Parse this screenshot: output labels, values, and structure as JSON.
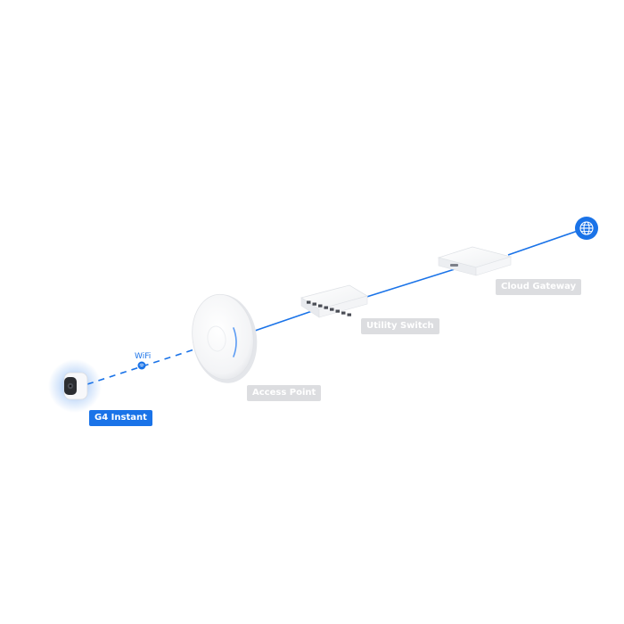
{
  "diagram": {
    "link_wireless_label": "WiFi",
    "devices": {
      "camera": {
        "label": "G4 Instant",
        "state": "active"
      },
      "access_point": {
        "label": "Access Point",
        "state": "muted"
      },
      "switch": {
        "label": "Utility Switch",
        "state": "muted"
      },
      "gateway": {
        "label": "Cloud Gateway",
        "state": "muted"
      },
      "internet": {
        "icon": "globe-icon"
      }
    }
  },
  "colors": {
    "link": "#1a73e8",
    "active_label": "#1a73e8",
    "muted_label": "#dcdde0",
    "globe_fill": "#1a73e8"
  }
}
